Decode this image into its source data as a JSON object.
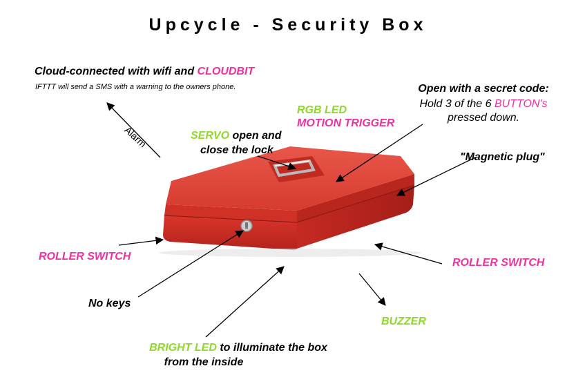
{
  "title": "Upcycle - Security Box",
  "labels": {
    "cloud_main": "Cloud-connected with wifi and ",
    "cloud_highlight": "CLOUDBIT",
    "cloud_sub": "IFTTT will send a SMS with a warning to the owners phone.",
    "alarm": "Alarm",
    "secret_title": "Open with a secret code:",
    "secret_line1_pre": "Hold 3 of the 6 ",
    "secret_line1_highlight": "BUTTON's",
    "secret_line2": "pressed down.",
    "rgb_led": "RGB LED",
    "motion_trigger": "MOTION TRIGGER",
    "servo_highlight": "SERVO",
    "servo_rest": " open and",
    "servo_line2": "close the lock",
    "magnetic_plug": "\"Magnetic plug\"",
    "roller_left": "ROLLER SWITCH",
    "roller_right": "ROLLER SWITCH",
    "no_keys": "No keys",
    "buzzer": "BUZZER",
    "bright_led_highlight": "BRIGHT LED",
    "bright_led_rest": " to illuminate the box",
    "bright_led_line2": "from the inside"
  },
  "colors": {
    "pink": "#ef2fa2",
    "green": "#8fd82a",
    "box_red": "#d8332a"
  },
  "image": {
    "subject": "red metal cash box with handle and key lock"
  }
}
